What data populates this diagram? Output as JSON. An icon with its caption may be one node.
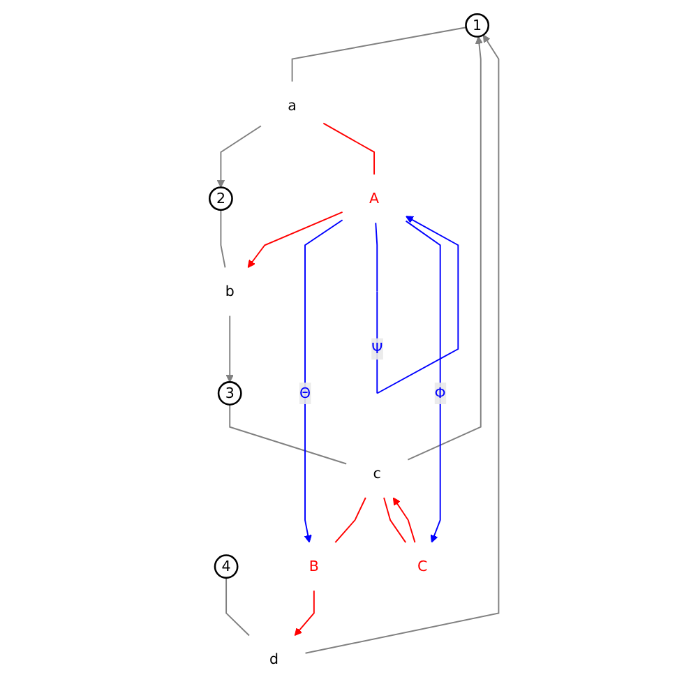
{
  "diagram": {
    "nodes": [
      {
        "text": [
          "1"
        ]
      },
      {
        "text": [
          "2"
        ]
      },
      {
        "text": [
          "3"
        ]
      },
      {
        "text": [
          "4"
        ]
      },
      {
        "text": [
          "a"
        ]
      },
      {
        "text": [
          "b"
        ]
      },
      {
        "text": [
          "c"
        ]
      },
      {
        "text": [
          "d"
        ]
      },
      {
        "text": [
          "A"
        ]
      },
      {
        "text": [
          "B"
        ]
      },
      {
        "text": [
          "C"
        ]
      }
    ],
    "edges": [
      {
        "from": 0,
        "to": 4,
        "arrow": "none"
      },
      {
        "from": 4,
        "to": 1,
        "arrow": "to"
      },
      {
        "from": 1,
        "to": 5,
        "arrow": "none"
      },
      {
        "from": 5,
        "to": 2,
        "arrow": "to"
      },
      {
        "from": 2,
        "to": 6,
        "arrow": "none"
      },
      {
        "from": 6,
        "to": 0,
        "arrow": "to"
      },
      {
        "from": 3,
        "to": 7,
        "arrow": "none"
      },
      {
        "from": 7,
        "to": 0,
        "arrow": "to"
      },
      {
        "from": 4,
        "to": 8,
        "arrow": "none",
        "color": "#ff0000"
      },
      {
        "from": 8,
        "to": 5,
        "arrow": "to",
        "color": "#ff0000"
      },
      {
        "from": 6,
        "to": 9,
        "arrow": "none",
        "color": "#ff0000"
      },
      {
        "from": 9,
        "to": 7,
        "arrow": "to",
        "color": "#ff0000"
      },
      {
        "from": 6,
        "to": 10,
        "arrow": "none",
        "color": "#ff0000"
      },
      {
        "from": 10,
        "to": 6,
        "arrow": "to",
        "color": "#ff0000"
      },
      {
        "from": 8,
        "to": 9,
        "arrow": "to",
        "label": "Θ",
        "color": "#0000ff"
      },
      {
        "from": 8,
        "to": 8,
        "arrow": "to",
        "label": "Ψ",
        "color": "#0000ff"
      },
      {
        "from": 8,
        "to": 10,
        "arrow": "to",
        "label": "Φ",
        "color": "#0000ff"
      }
    ]
  }
}
